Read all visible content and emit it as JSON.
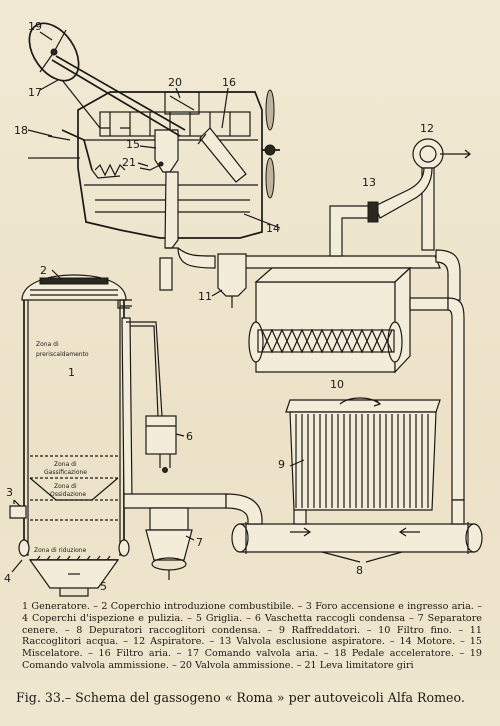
{
  "legend": [
    "1 Generatore.",
    "2 Coperchio introduzione combustibile.",
    "3 Foro accensione e ingresso aria.",
    "4 Coperchi d'ispezione e pulizia.",
    "5 Griglia.",
    "6 Vaschetta raccogli condensa",
    "7 Separatore cenere.",
    "8 Depuratori raccoglitori condensa.",
    "9 Raffreddatori.",
    "10 Filtro fino.",
    "11 Raccoglitori acqua.",
    "12 Aspiratore.",
    "13 Valvola esclusione aspiratore.",
    "14 Motore.",
    "15 Miscelatore.",
    "16 Filtro aria.",
    "17 Comando valvola aria.",
    "18 Pedale acceleratore.",
    "19 Comando valvola ammissione.",
    "20 Valvola ammissione.",
    "21 Leva limitatore giri"
  ],
  "caption": {
    "prefix": "Fig. 33.",
    "text": "– Schema del gassogeno « Roma » per autoveicoli Alfa Romeo."
  },
  "numbers": {
    "n1": "1",
    "n2": "2",
    "n3": "3",
    "n4": "4",
    "n5": "5",
    "n6": "6",
    "n7": "7",
    "n8": "8",
    "n9": "9",
    "n10": "10",
    "n11": "11",
    "n12": "12",
    "n13": "13",
    "n14": "14",
    "n15": "15",
    "n16": "16",
    "n17": "17",
    "n18": "18",
    "n19": "19",
    "n20": "20",
    "n21": "21"
  },
  "zones": {
    "preheat_1": "Zona di",
    "preheat_2": "preriscaldamento",
    "gasif_1": "Zona di",
    "gasif_2": "Gassificazione",
    "oxid_1": "Zona di",
    "oxid_2": "Ossidazione",
    "reduct": "Zona di riduzione"
  }
}
